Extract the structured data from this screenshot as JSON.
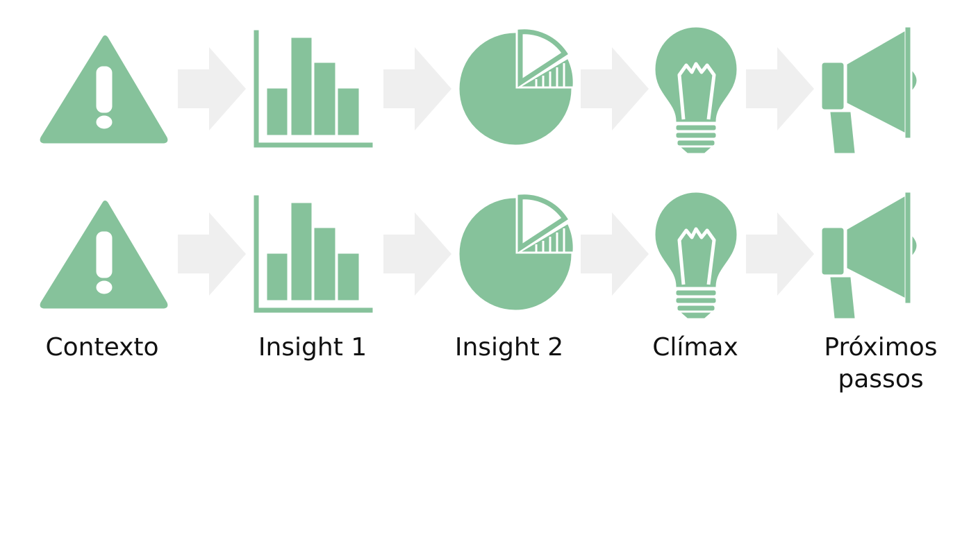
{
  "colors": {
    "icon": "#86C29B",
    "arrow": "#EFEFEF",
    "background": "#FFFFFF",
    "text": "#111111"
  },
  "rows": 2,
  "steps": [
    {
      "icon": "warning-triangle-icon",
      "label": "Contexto"
    },
    {
      "icon": "bar-chart-icon",
      "label": "Insight 1"
    },
    {
      "icon": "pie-chart-icon",
      "label": "Insight 2"
    },
    {
      "icon": "lightbulb-icon",
      "label": "Clímax"
    },
    {
      "icon": "megaphone-icon",
      "label": "Próximos passos",
      "label_lines": [
        "Próximos",
        "passos"
      ]
    }
  ]
}
